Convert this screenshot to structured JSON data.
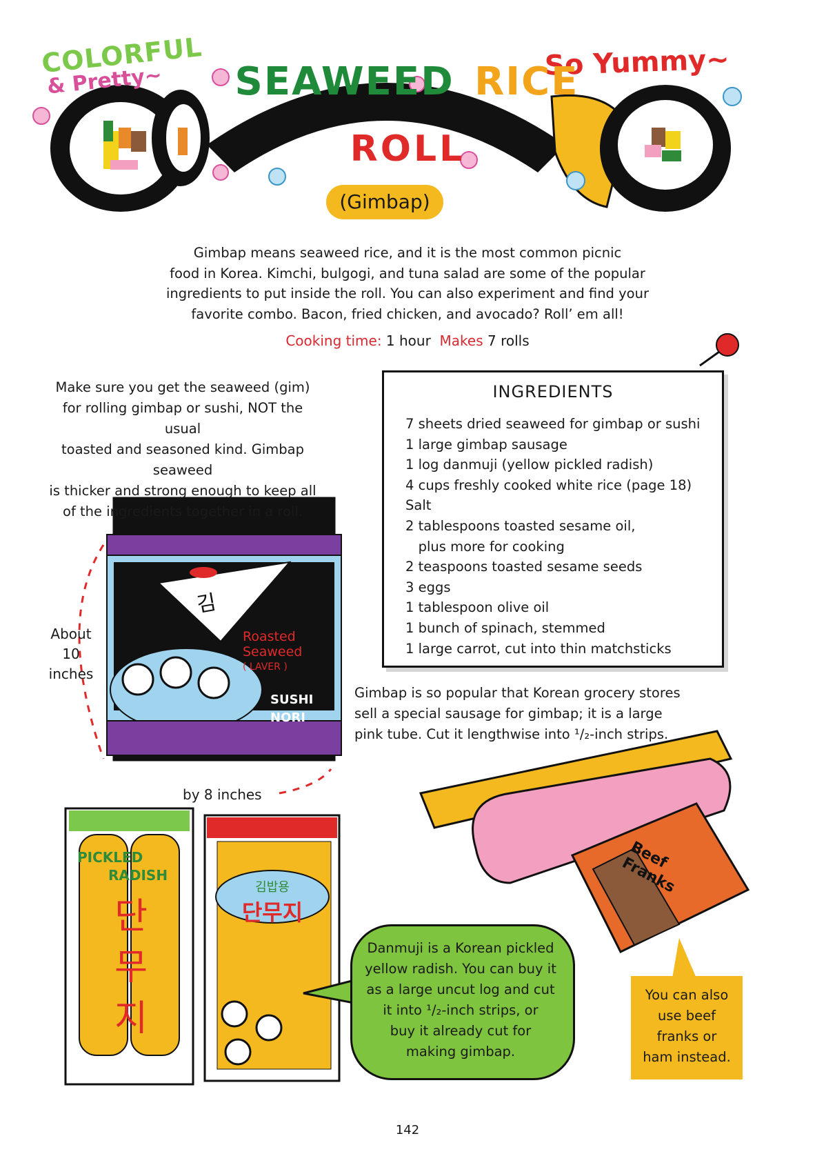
{
  "header": {
    "tag_colorful": "COLORFUL",
    "tag_pretty": "& Pretty~",
    "tag_yummy": "So Yummy~",
    "title_word1": "SEAWEED",
    "title_word2": "RICE",
    "title_word3": "ROLL",
    "subtitle": "(Gimbap)"
  },
  "intro": {
    "lines": [
      "Gimbap means seaweed rice, and it is the most common picnic",
      "food in Korea. Kimchi, bulgogi, and tuna salad are some of the popular",
      "ingredients to put inside the roll. You can also experiment and find your",
      "favorite combo. Bacon, fried chicken, and avocado? Roll’ em all!"
    ],
    "cooking_time_label": "Cooking time:",
    "cooking_time_value": "1 hour",
    "makes_label": "Makes",
    "makes_value": "7 rolls"
  },
  "seaweed_note": {
    "lines": [
      "Make sure you get the seaweed (gim)",
      "for rolling gimbap or sushi, NOT the usual",
      "toasted and seasoned kind. Gimbap seaweed",
      "is thicker and strong enough to keep all",
      "of the ingredients together in a roll."
    ]
  },
  "ingredients": {
    "title": "INGREDIENTS",
    "items": [
      "7 sheets dried seaweed for gimbap or sushi",
      "1 large gimbap sausage",
      "1 log danmuji (yellow pickled radish)",
      "4 cups freshly cooked white rice (page 18)",
      "Salt",
      "2 tablespoons toasted sesame oil,",
      "   plus more for cooking",
      "2 teaspoons toasted sesame seeds",
      "3 eggs",
      "1 tablespoon olive oil",
      "1 bunch of spinach, stemmed",
      "1 large carrot, cut into thin matchsticks"
    ]
  },
  "seaweed_pack": {
    "korean_label": "김",
    "roasted": "Roasted",
    "seaweed": "Seaweed",
    "laver": "( LAVER )",
    "sushi": "SUSHI",
    "nori": "NORI"
  },
  "dimensions": {
    "about_lines": [
      "About",
      "10",
      "inches"
    ],
    "by": "by 8 inches"
  },
  "sausage_note": {
    "lines": [
      "Gimbap is so popular that Korean grocery stores",
      "sell a special sausage for gimbap;  it is a large",
      "pink tube. Cut it lengthwise into ¹/₂-inch strips."
    ]
  },
  "radish_pack": {
    "pickled": "PICKLED",
    "radish": "RADISH",
    "korean_vertical": [
      "단",
      "무",
      "지"
    ]
  },
  "radish_strips_pack": {
    "korean_top": "김밥용",
    "korean_main": "단무지"
  },
  "franks_pack": {
    "line1": "Beef",
    "line2": "Franks"
  },
  "danmuji_note": {
    "lines": [
      "Danmuji is a Korean pickled",
      "yellow radish. You can buy it",
      "as a large uncut log and cut",
      "it into ¹/₂-inch strips, or",
      "buy it already cut for",
      "making gimbap."
    ]
  },
  "franks_note": {
    "lines": [
      "You can also",
      "use beef",
      "franks or",
      "ham instead."
    ]
  },
  "page_number": "142",
  "colors": {
    "green": "#7bc84a",
    "pink": "#d9509a",
    "red": "#e02a2a",
    "dark_green": "#1f8a3a",
    "yellow": "#f4b91e",
    "purple": "#7b3fa0",
    "light_blue": "#9fd3ee"
  }
}
